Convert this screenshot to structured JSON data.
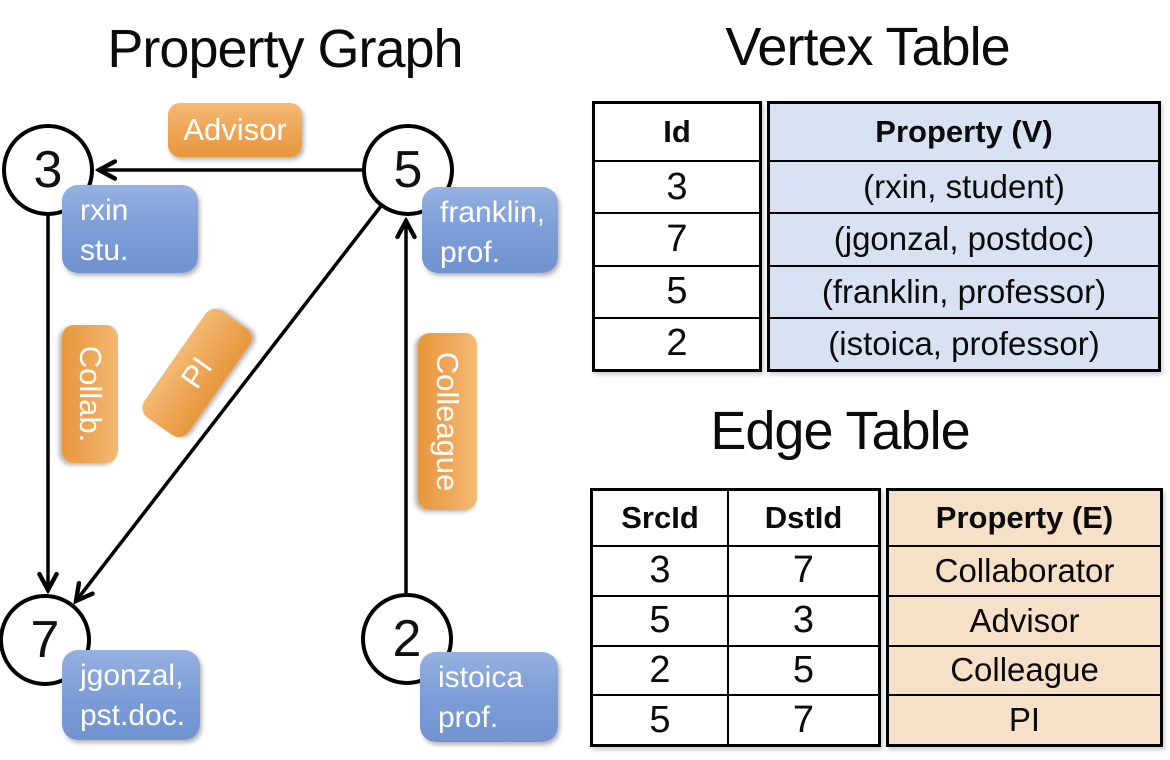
{
  "colors": {
    "orange_label": "#EBA052",
    "blue_label": "#7E9FD8",
    "vertex_property_bg": "#D9E2F3",
    "edge_property_bg": "#F6E0C7",
    "line": "#000000"
  },
  "graph": {
    "title": "Property Graph",
    "vertices": [
      {
        "id": "3",
        "property_line1": "rxin",
        "property_line2": "stu."
      },
      {
        "id": "5",
        "property_line1": "franklin,",
        "property_line2": "prof."
      },
      {
        "id": "7",
        "property_line1": "jgonzal,",
        "property_line2": "pst.doc."
      },
      {
        "id": "2",
        "property_line1": "istoica",
        "property_line2": "prof."
      }
    ],
    "edge_labels": {
      "advisor": "Advisor",
      "collab": "Collab.",
      "pi": "PI",
      "colleague": "Colleague"
    }
  },
  "vertex_table": {
    "title": "Vertex Table",
    "columns": [
      "Id",
      "Property (V)"
    ],
    "rows": [
      {
        "id": "3",
        "property": "(rxin, student)"
      },
      {
        "id": "7",
        "property": "(jgonzal, postdoc)"
      },
      {
        "id": "5",
        "property": "(franklin, professor)"
      },
      {
        "id": "2",
        "property": "(istoica, professor)"
      }
    ]
  },
  "edge_table": {
    "title": "Edge Table",
    "columns": [
      "SrcId",
      "DstId",
      "Property (E)"
    ],
    "rows": [
      {
        "src": "3",
        "dst": "7",
        "property": "Collaborator"
      },
      {
        "src": "5",
        "dst": "3",
        "property": "Advisor"
      },
      {
        "src": "2",
        "dst": "5",
        "property": "Colleague"
      },
      {
        "src": "5",
        "dst": "7",
        "property": "PI"
      }
    ]
  }
}
